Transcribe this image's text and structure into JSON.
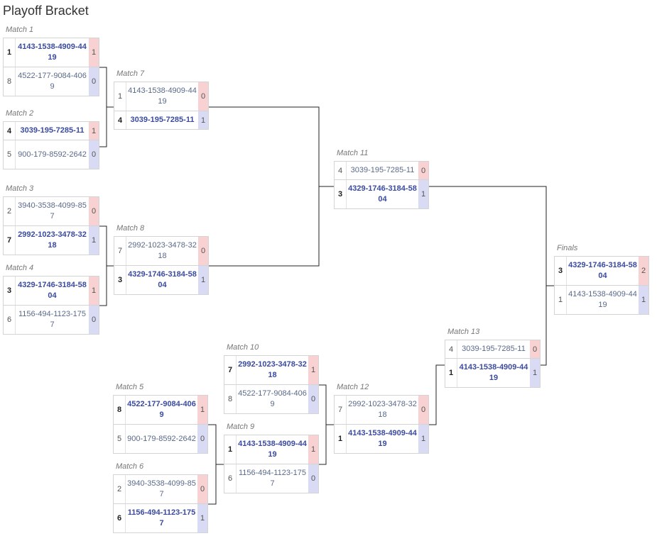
{
  "title": "Playoff Bracket",
  "matches": {
    "m1": {
      "label": "Match 1",
      "teams": [
        {
          "seed": "1",
          "name": "4143-1538-4909-4419",
          "score": "1"
        },
        {
          "seed": "8",
          "name": "4522-177-9084-4069",
          "score": "0"
        }
      ]
    },
    "m2": {
      "label": "Match 2",
      "teams": [
        {
          "seed": "4",
          "name": "3039-195-7285-11",
          "score": "1"
        },
        {
          "seed": "5",
          "name": "900-179-8592-2642",
          "score": "0"
        }
      ]
    },
    "m3": {
      "label": "Match 3",
      "teams": [
        {
          "seed": "2",
          "name": "3940-3538-4099-857",
          "score": "0"
        },
        {
          "seed": "7",
          "name": "2992-1023-3478-3218",
          "score": "1"
        }
      ]
    },
    "m4": {
      "label": "Match 4",
      "teams": [
        {
          "seed": "3",
          "name": "4329-1746-3184-5804",
          "score": "1"
        },
        {
          "seed": "6",
          "name": "1156-494-1123-1757",
          "score": "0"
        }
      ]
    },
    "m7": {
      "label": "Match 7",
      "teams": [
        {
          "seed": "1",
          "name": "4143-1538-4909-4419",
          "score": "0"
        },
        {
          "seed": "4",
          "name": "3039-195-7285-11",
          "score": "1"
        }
      ]
    },
    "m8": {
      "label": "Match 8",
      "teams": [
        {
          "seed": "7",
          "name": "2992-1023-3478-3218",
          "score": "0"
        },
        {
          "seed": "3",
          "name": "4329-1746-3184-5804",
          "score": "1"
        }
      ]
    },
    "m11": {
      "label": "Match 11",
      "teams": [
        {
          "seed": "4",
          "name": "3039-195-7285-11",
          "score": "0"
        },
        {
          "seed": "3",
          "name": "4329-1746-3184-5804",
          "score": "1"
        }
      ]
    },
    "finals": {
      "label": "Finals",
      "teams": [
        {
          "seed": "3",
          "name": "4329-1746-3184-5804",
          "score": "2"
        },
        {
          "seed": "1",
          "name": "4143-1538-4909-4419",
          "score": "1"
        }
      ]
    },
    "m5": {
      "label": "Match 5",
      "teams": [
        {
          "seed": "8",
          "name": "4522-177-9084-4069",
          "score": "1"
        },
        {
          "seed": "5",
          "name": "900-179-8592-2642",
          "score": "0"
        }
      ]
    },
    "m6": {
      "label": "Match 6",
      "teams": [
        {
          "seed": "2",
          "name": "3940-3538-4099-857",
          "score": "0"
        },
        {
          "seed": "6",
          "name": "1156-494-1123-1757",
          "score": "1"
        }
      ]
    },
    "m10": {
      "label": "Match 10",
      "teams": [
        {
          "seed": "7",
          "name": "2992-1023-3478-3218",
          "score": "1"
        },
        {
          "seed": "8",
          "name": "4522-177-9084-4069",
          "score": "0"
        }
      ]
    },
    "m9": {
      "label": "Match 9",
      "teams": [
        {
          "seed": "1",
          "name": "4143-1538-4909-4419",
          "score": "1"
        },
        {
          "seed": "6",
          "name": "1156-494-1123-1757",
          "score": "0"
        }
      ]
    },
    "m12": {
      "label": "Match 12",
      "teams": [
        {
          "seed": "7",
          "name": "2992-1023-3478-3218",
          "score": "0"
        },
        {
          "seed": "1",
          "name": "4143-1538-4909-4419",
          "score": "1"
        }
      ]
    },
    "m13": {
      "label": "Match 13",
      "teams": [
        {
          "seed": "4",
          "name": "3039-195-7285-11",
          "score": "0"
        },
        {
          "seed": "1",
          "name": "4143-1538-4909-4419",
          "score": "1"
        }
      ]
    }
  }
}
